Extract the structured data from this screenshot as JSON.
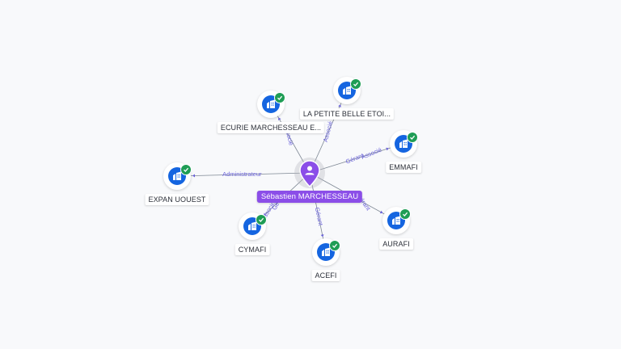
{
  "center": {
    "label": "Sébastien MARCHESSEAU",
    "icon": "person-pin-icon",
    "color": "#8b4ee8"
  },
  "companies": [
    {
      "id": "ecurie",
      "label": "ECURIE MARCHESSEAU E...",
      "icon": "building-icon",
      "status": "verified-check-icon"
    },
    {
      "id": "petite",
      "label": "LA PETITE BELLE ETOI...",
      "icon": "building-icon",
      "status": "verified-check-icon"
    },
    {
      "id": "emmafi",
      "label": "EMMAFI",
      "icon": "building-icon",
      "status": "verified-check-icon"
    },
    {
      "id": "expan",
      "label": "EXPAN UOUEST",
      "icon": "building-icon",
      "status": "verified-check-icon"
    },
    {
      "id": "aurafi",
      "label": "AURAFI",
      "icon": "building-icon",
      "status": "verified-check-icon"
    },
    {
      "id": "cymafi",
      "label": "CYMAFI",
      "icon": "building-icon",
      "status": "verified-check-icon"
    },
    {
      "id": "acefi",
      "label": "ACEFI",
      "icon": "building-icon",
      "status": "verified-check-icon"
    }
  ],
  "relations": [
    {
      "to": "ecurie",
      "labels": [
        "Associé"
      ]
    },
    {
      "to": "petite",
      "labels": [
        "Associé"
      ]
    },
    {
      "to": "emmafi",
      "labels": [
        "Gérant",
        "Associé"
      ]
    },
    {
      "to": "expan",
      "labels": [
        "Administrateur"
      ]
    },
    {
      "to": "aurafi",
      "labels": [
        "Gérant"
      ]
    },
    {
      "to": "cymafi",
      "labels": [
        "Gérant",
        "Associé"
      ]
    },
    {
      "to": "acefi",
      "labels": [
        "Gérant"
      ]
    }
  ],
  "colors": {
    "edge": "#7d8793",
    "edge_label": "#6a62d9",
    "company_disc": "#1565e0",
    "check": "#1f9d55",
    "center": "#8b4ee8"
  }
}
